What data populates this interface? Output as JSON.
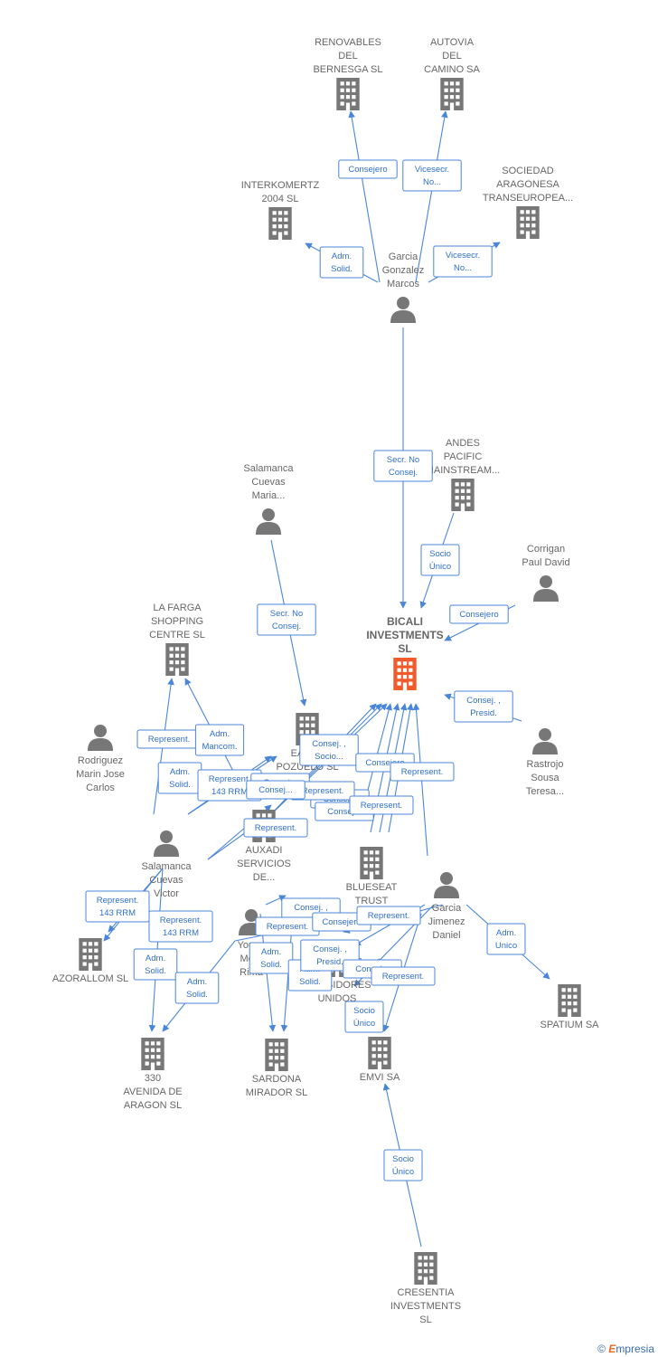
{
  "colors": {
    "edge": "#4a86d8",
    "node": "#777777",
    "focus": "#f15a2b",
    "label": "#666666"
  },
  "nodes": [
    {
      "id": "renovables",
      "type": "company",
      "lines": [
        "RENOVABLES",
        "DEL",
        "BERNESGA SL"
      ],
      "focus": false
    },
    {
      "id": "autovia",
      "type": "company",
      "lines": [
        "AUTOVIA",
        "DEL",
        "CAMINO SA"
      ],
      "focus": false
    },
    {
      "id": "interkomertz",
      "type": "company",
      "lines": [
        "INTERKOMERTZ",
        "2004 SL"
      ],
      "focus": false
    },
    {
      "id": "sociedad",
      "type": "company",
      "lines": [
        "SOCIEDAD",
        "ARAGONESA",
        "TRANSEUROPEA..."
      ],
      "focus": false
    },
    {
      "id": "garcia_gm",
      "type": "person",
      "lines": [
        "Garcia",
        "Gonzalez",
        "Marcos"
      ],
      "focus": false
    },
    {
      "id": "andes",
      "type": "company",
      "lines": [
        "ANDES",
        "PACIFIC",
        "MAINSTREAM..."
      ],
      "focus": false
    },
    {
      "id": "salamanca_m",
      "type": "person",
      "lines": [
        "Salamanca",
        "Cuevas",
        "Maria..."
      ],
      "focus": false
    },
    {
      "id": "corrigan",
      "type": "person",
      "lines": [
        "Corrigan",
        "Paul David"
      ],
      "focus": false
    },
    {
      "id": "lafarga",
      "type": "company",
      "lines": [
        "LA FARGA",
        "SHOPPING",
        "CENTRE SL"
      ],
      "focus": false
    },
    {
      "id": "bicali",
      "type": "company",
      "lines": [
        "BICALI",
        "INVESTMENTS",
        "SL"
      ],
      "focus": true
    },
    {
      "id": "rodriguez",
      "type": "person",
      "lines": [
        "Rodriguez",
        "Marin Jose",
        "Carlos"
      ],
      "focus": false
    },
    {
      "id": "eagle",
      "type": "company",
      "lines": [
        "EAGLE",
        "POZUELO SL"
      ],
      "focus": false
    },
    {
      "id": "rastrojo",
      "type": "person",
      "lines": [
        "Rastrojo",
        "Sousa",
        "Teresa..."
      ],
      "focus": false
    },
    {
      "id": "auxadi",
      "type": "company",
      "lines": [
        "AUXADI",
        "SERVICIOS",
        "DE..."
      ],
      "focus": false
    },
    {
      "id": "salamanca_v",
      "type": "person",
      "lines": [
        "Salamanca",
        "Cuevas",
        "Victor"
      ],
      "focus": false
    },
    {
      "id": "blueseat",
      "type": "company",
      "lines": [
        "BLUESEAT",
        "TRUST"
      ],
      "focus": false
    },
    {
      "id": "garcia_jd",
      "type": "person",
      "lines": [
        "Garcia",
        "Jimenez",
        "Daniel"
      ],
      "focus": false
    },
    {
      "id": "azorallom",
      "type": "company",
      "lines": [
        "AZORALLOM SL"
      ],
      "focus": false
    },
    {
      "id": "young",
      "type": "person",
      "lines": [
        "Young",
        "Mora",
        "Rima"
      ],
      "focus": false
    },
    {
      "id": "exhibidores",
      "type": "company",
      "lines": [
        "EXHIBIDORES",
        "UNIDOS"
      ],
      "focus": false
    },
    {
      "id": "spatium",
      "type": "company",
      "lines": [
        "SPATIUM SA"
      ],
      "focus": false
    },
    {
      "id": "avenida330",
      "type": "company",
      "lines": [
        "330",
        "AVENIDA DE",
        "ARAGON SL"
      ],
      "focus": false
    },
    {
      "id": "sardona",
      "type": "company",
      "lines": [
        "SARDONA",
        "MIRADOR SL"
      ],
      "focus": false
    },
    {
      "id": "emvi",
      "type": "company",
      "lines": [
        "EMVI SA"
      ],
      "focus": false
    },
    {
      "id": "cresentia",
      "type": "company",
      "lines": [
        "CRESENTIA",
        "INVESTMENTS",
        "SL"
      ],
      "focus": false
    }
  ],
  "edges": [
    {
      "lines": [
        "Consejero"
      ]
    },
    {
      "lines": [
        "Vicesecr.",
        "No..."
      ]
    },
    {
      "lines": [
        "Adm.",
        "Solid."
      ]
    },
    {
      "lines": [
        "Vicesecr.",
        "No..."
      ]
    },
    {
      "lines": [
        "Secr.  No",
        "Consej."
      ]
    },
    {
      "lines": [
        "Socio",
        "Único"
      ]
    },
    {
      "lines": [
        "Consejero"
      ]
    },
    {
      "lines": [
        "Secr.  No",
        "Consej."
      ]
    },
    {
      "lines": [
        "Consej. ,",
        "Presid."
      ]
    },
    {
      "lines": [
        "Represent."
      ]
    },
    {
      "lines": [
        "Adm.",
        "Mancom."
      ]
    },
    {
      "lines": [
        "Adm.",
        "Solid."
      ]
    },
    {
      "lines": [
        "Represent.",
        "143 RRM"
      ]
    },
    {
      "lines": [
        "Consej. ,",
        "Socio..."
      ]
    },
    {
      "lines": [
        "Consej..."
      ]
    },
    {
      "lines": [
        "Consej..."
      ]
    },
    {
      "lines": [
        "Consejero"
      ]
    },
    {
      "lines": [
        "Represent."
      ]
    },
    {
      "lines": [
        "Represent."
      ]
    },
    {
      "lines": [
        "Consej..."
      ]
    },
    {
      "lines": [
        "Represent."
      ]
    },
    {
      "lines": [
        "Consej..."
      ]
    },
    {
      "lines": [
        "Represent."
      ]
    },
    {
      "lines": [
        "Represent.",
        "143 RRM"
      ]
    },
    {
      "lines": [
        "Represent.",
        "143 RRM"
      ]
    },
    {
      "lines": [
        "Adm.",
        "Solid."
      ]
    },
    {
      "lines": [
        "Adm.",
        "Solid."
      ]
    },
    {
      "lines": [
        "Consej. ,",
        "Presid."
      ]
    },
    {
      "lines": [
        "Represent."
      ]
    },
    {
      "lines": [
        "Consejero"
      ]
    },
    {
      "lines": [
        "Represent."
      ]
    },
    {
      "lines": [
        "Adm.",
        "Solid."
      ]
    },
    {
      "lines": [
        "Adm.",
        "Solid."
      ]
    },
    {
      "lines": [
        "Consej. ,",
        "Presid."
      ]
    },
    {
      "lines": [
        "Consej..."
      ]
    },
    {
      "lines": [
        "Represent."
      ]
    },
    {
      "lines": [
        "Socio",
        "Único"
      ]
    },
    {
      "lines": [
        "Adm.",
        "Unico"
      ]
    },
    {
      "lines": [
        "Socio",
        "Único"
      ]
    }
  ],
  "footer": {
    "copyright": "©",
    "brand_initial": "E",
    "brand_rest": "mpresia"
  }
}
